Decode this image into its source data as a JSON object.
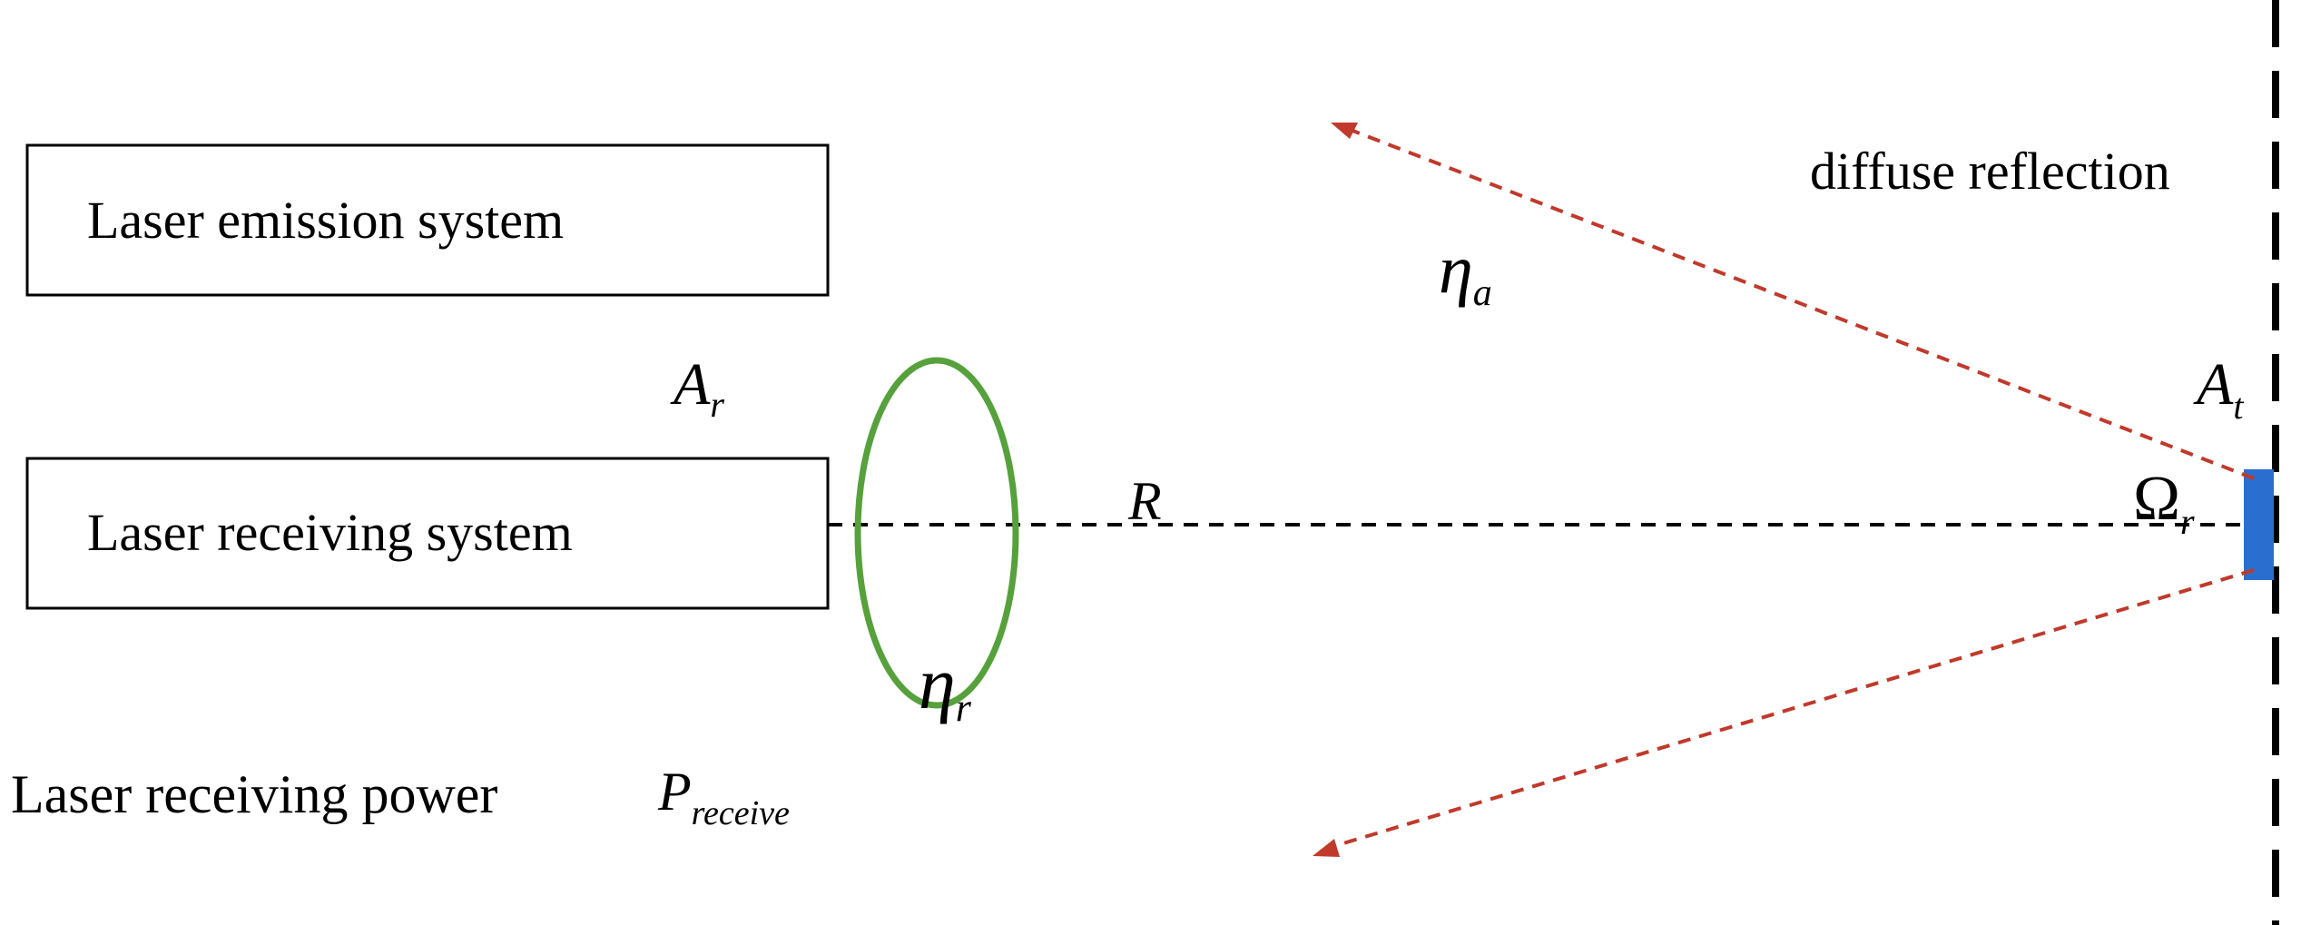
{
  "boxes": {
    "emission": "Laser emission system",
    "receiving": "Laser receiving system"
  },
  "labels": {
    "diffuse": "diffuse reflection",
    "power": "Laser receiving power",
    "range": "R"
  },
  "symbols": {
    "receiver_area": {
      "base": "A",
      "sub": "r"
    },
    "target_area": {
      "base": "A",
      "sub": "t"
    },
    "atmos_eff": {
      "base": "η",
      "sub": "a"
    },
    "recv_eff": {
      "base": "η",
      "sub": "r"
    },
    "solid_angle": {
      "base": "Ω",
      "sub": "r"
    },
    "power_symbol": {
      "base": "P",
      "sub": "receive"
    }
  },
  "colors": {
    "box_stroke": "#000000",
    "lens": "#56a13c",
    "ray": "#c0392b",
    "target": "#2a6fcf",
    "axis": "#000000"
  }
}
